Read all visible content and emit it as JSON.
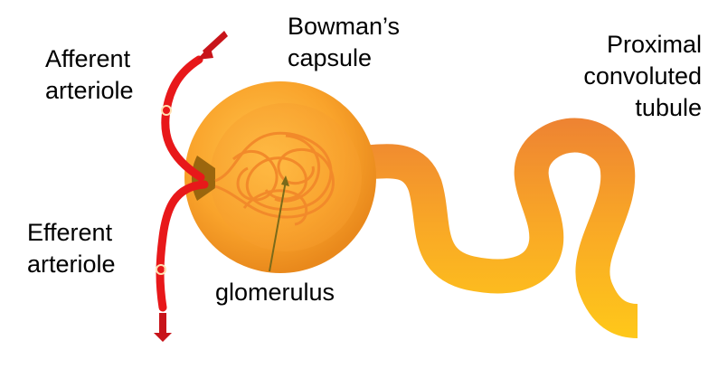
{
  "labels": {
    "afferent": {
      "line1": "Afferent",
      "line2": "arteriole"
    },
    "bowman": {
      "line1": "Bowman’s",
      "line2": "capsule"
    },
    "proximal": {
      "line1": "Proximal",
      "line2": "convoluted",
      "line3": "tubule"
    },
    "efferent": {
      "line1": "Efferent",
      "line2": "arteriole"
    },
    "glomerulus": "glomerulus"
  },
  "colors": {
    "capsule_light": "#ffc34a",
    "capsule_mid": "#f9a32b",
    "capsule_dark": "#e9891c",
    "tubule_top": "#f08a30",
    "tubule_bottom": "#ffc81a",
    "vessel": "#e8181a",
    "vessel_arrow": "#c8141a",
    "glomerulus_capillary": "#f28a2a",
    "pointer_line": "#7a6a1a",
    "label_text": "#000000"
  }
}
